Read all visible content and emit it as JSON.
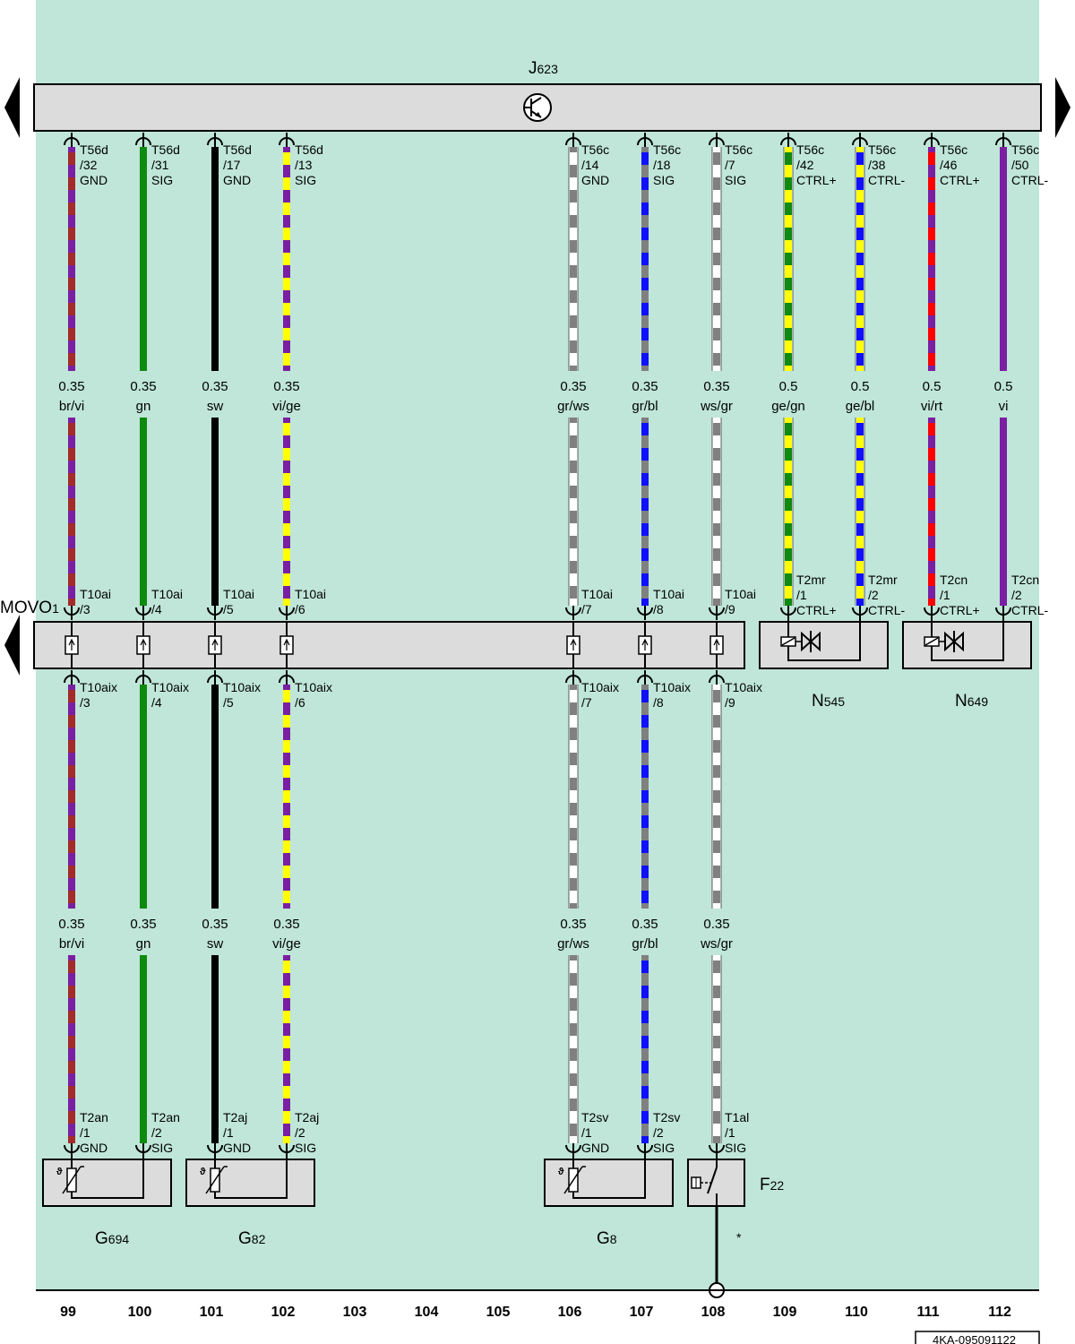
{
  "colors": {
    "panel": "#bfe6d8",
    "box": "#dcdcdc",
    "br": "#a52a2a",
    "vi": "#7a1fa2",
    "gn": "#0e8a0e",
    "sw": "#000000",
    "ge": "#ffff00",
    "gr": "#808080",
    "ws": "#ffffff",
    "bl": "#1010ff",
    "rt": "#ff0000"
  },
  "components": {
    "j623": {
      "main": "J",
      "sub": "623"
    },
    "movo": {
      "main": "MOVO",
      "sub": "1"
    },
    "n545": {
      "main": "N",
      "sub": "545"
    },
    "n649": {
      "main": "N",
      "sub": "649"
    },
    "g694": {
      "main": "G",
      "sub": "694"
    },
    "g82": {
      "main": "G",
      "sub": "82"
    },
    "g8": {
      "main": "G",
      "sub": "8"
    },
    "f22": {
      "main": "F",
      "sub": "22"
    }
  },
  "footnote_mark": "*",
  "doc_code": "4KA-095091122",
  "columns": [
    {
      "num": "99"
    },
    {
      "num": "100"
    },
    {
      "num": "101"
    },
    {
      "num": "102"
    },
    {
      "num": "103"
    },
    {
      "num": "104"
    },
    {
      "num": "105"
    },
    {
      "num": "106"
    },
    {
      "num": "107"
    },
    {
      "num": "108"
    },
    {
      "num": "109"
    },
    {
      "num": "110"
    },
    {
      "num": "111"
    },
    {
      "num": "112"
    }
  ],
  "wires": [
    {
      "col": 0,
      "base": "vi",
      "stripe": "br",
      "top_pin": [
        "T56d",
        "/32",
        "GND"
      ],
      "top_gauge": {
        "size": "0.35",
        "color": "br/vi"
      },
      "movo_in": [
        "T10ai",
        "/3"
      ],
      "movo_out": [
        "T10aix",
        "/3"
      ],
      "bottom_gauge": {
        "size": "0.35",
        "color": "br/vi"
      },
      "end_pin": [
        "T2an",
        "/1",
        "GND"
      ]
    },
    {
      "col": 1,
      "base": "gn",
      "stripe": "",
      "top_pin": [
        "T56d",
        "/31",
        "SIG"
      ],
      "top_gauge": {
        "size": "0.35",
        "color": "gn"
      },
      "movo_in": [
        "T10ai",
        "/4"
      ],
      "movo_out": [
        "T10aix",
        "/4"
      ],
      "bottom_gauge": {
        "size": "0.35",
        "color": "gn"
      },
      "end_pin": [
        "T2an",
        "/2",
        "SIG"
      ]
    },
    {
      "col": 2,
      "base": "sw",
      "stripe": "",
      "top_pin": [
        "T56d",
        "/17",
        "GND"
      ],
      "top_gauge": {
        "size": "0.35",
        "color": "sw"
      },
      "movo_in": [
        "T10ai",
        "/5"
      ],
      "movo_out": [
        "T10aix",
        "/5"
      ],
      "bottom_gauge": {
        "size": "0.35",
        "color": "sw"
      },
      "end_pin": [
        "T2aj",
        "/1",
        "GND"
      ]
    },
    {
      "col": 3,
      "base": "vi",
      "stripe": "ge",
      "top_pin": [
        "T56d",
        "/13",
        "SIG"
      ],
      "top_gauge": {
        "size": "0.35",
        "color": "vi/ge"
      },
      "movo_in": [
        "T10ai",
        "/6"
      ],
      "movo_out": [
        "T10aix",
        "/6"
      ],
      "bottom_gauge": {
        "size": "0.35",
        "color": "vi/ge"
      },
      "end_pin": [
        "T2aj",
        "/2",
        "SIG"
      ]
    },
    {
      "col": 7,
      "base": "gr",
      "stripe": "ws",
      "top_pin": [
        "T56c",
        "/14",
        "GND"
      ],
      "top_gauge": {
        "size": "0.35",
        "color": "gr/ws"
      },
      "movo_in": [
        "T10ai",
        "/7"
      ],
      "movo_out": [
        "T10aix",
        "/7"
      ],
      "bottom_gauge": {
        "size": "0.35",
        "color": "gr/ws"
      },
      "end_pin": [
        "T2sv",
        "/1",
        "GND"
      ]
    },
    {
      "col": 8,
      "base": "gr",
      "stripe": "bl",
      "top_pin": [
        "T56c",
        "/18",
        "SIG"
      ],
      "top_gauge": {
        "size": "0.35",
        "color": "gr/bl"
      },
      "movo_in": [
        "T10ai",
        "/8"
      ],
      "movo_out": [
        "T10aix",
        "/8"
      ],
      "bottom_gauge": {
        "size": "0.35",
        "color": "gr/bl"
      },
      "end_pin": [
        "T2sv",
        "/2",
        "SIG"
      ]
    },
    {
      "col": 9,
      "base": "ws",
      "stripe": "gr",
      "top_pin": [
        "T56c",
        "/7",
        "SIG"
      ],
      "top_gauge": {
        "size": "0.35",
        "color": "ws/gr"
      },
      "movo_in": [
        "T10ai",
        "/9"
      ],
      "movo_out": [
        "T10aix",
        "/9"
      ],
      "bottom_gauge": {
        "size": "0.35",
        "color": "ws/gr"
      },
      "end_pin": [
        "T1al",
        "/1",
        "SIG"
      ]
    },
    {
      "col": 10,
      "base": "ge",
      "stripe": "gn",
      "top_pin": [
        "T56c",
        "/42",
        "CTRL+"
      ],
      "top_gauge": {
        "size": "0.5",
        "color": "ge/gn"
      },
      "end_pin": [
        "T2mr",
        "/1",
        "CTRL+"
      ]
    },
    {
      "col": 11,
      "base": "ge",
      "stripe": "bl",
      "top_pin": [
        "T56c",
        "/38",
        "CTRL-"
      ],
      "top_gauge": {
        "size": "0.5",
        "color": "ge/bl"
      },
      "end_pin": [
        "T2mr",
        "/2",
        "CTRL-"
      ]
    },
    {
      "col": 12,
      "base": "vi",
      "stripe": "rt",
      "top_pin": [
        "T56c",
        "/46",
        "CTRL+"
      ],
      "top_gauge": {
        "size": "0.5",
        "color": "vi/rt"
      },
      "end_pin": [
        "T2cn",
        "/1",
        "CTRL+"
      ]
    },
    {
      "col": 13,
      "base": "vi",
      "stripe": "",
      "top_pin": [
        "T56c",
        "/50",
        "CTRL-"
      ],
      "top_gauge": {
        "size": "0.5",
        "color": "vi"
      },
      "end_pin": [
        "T2cn",
        "/2",
        "CTRL-"
      ]
    }
  ]
}
